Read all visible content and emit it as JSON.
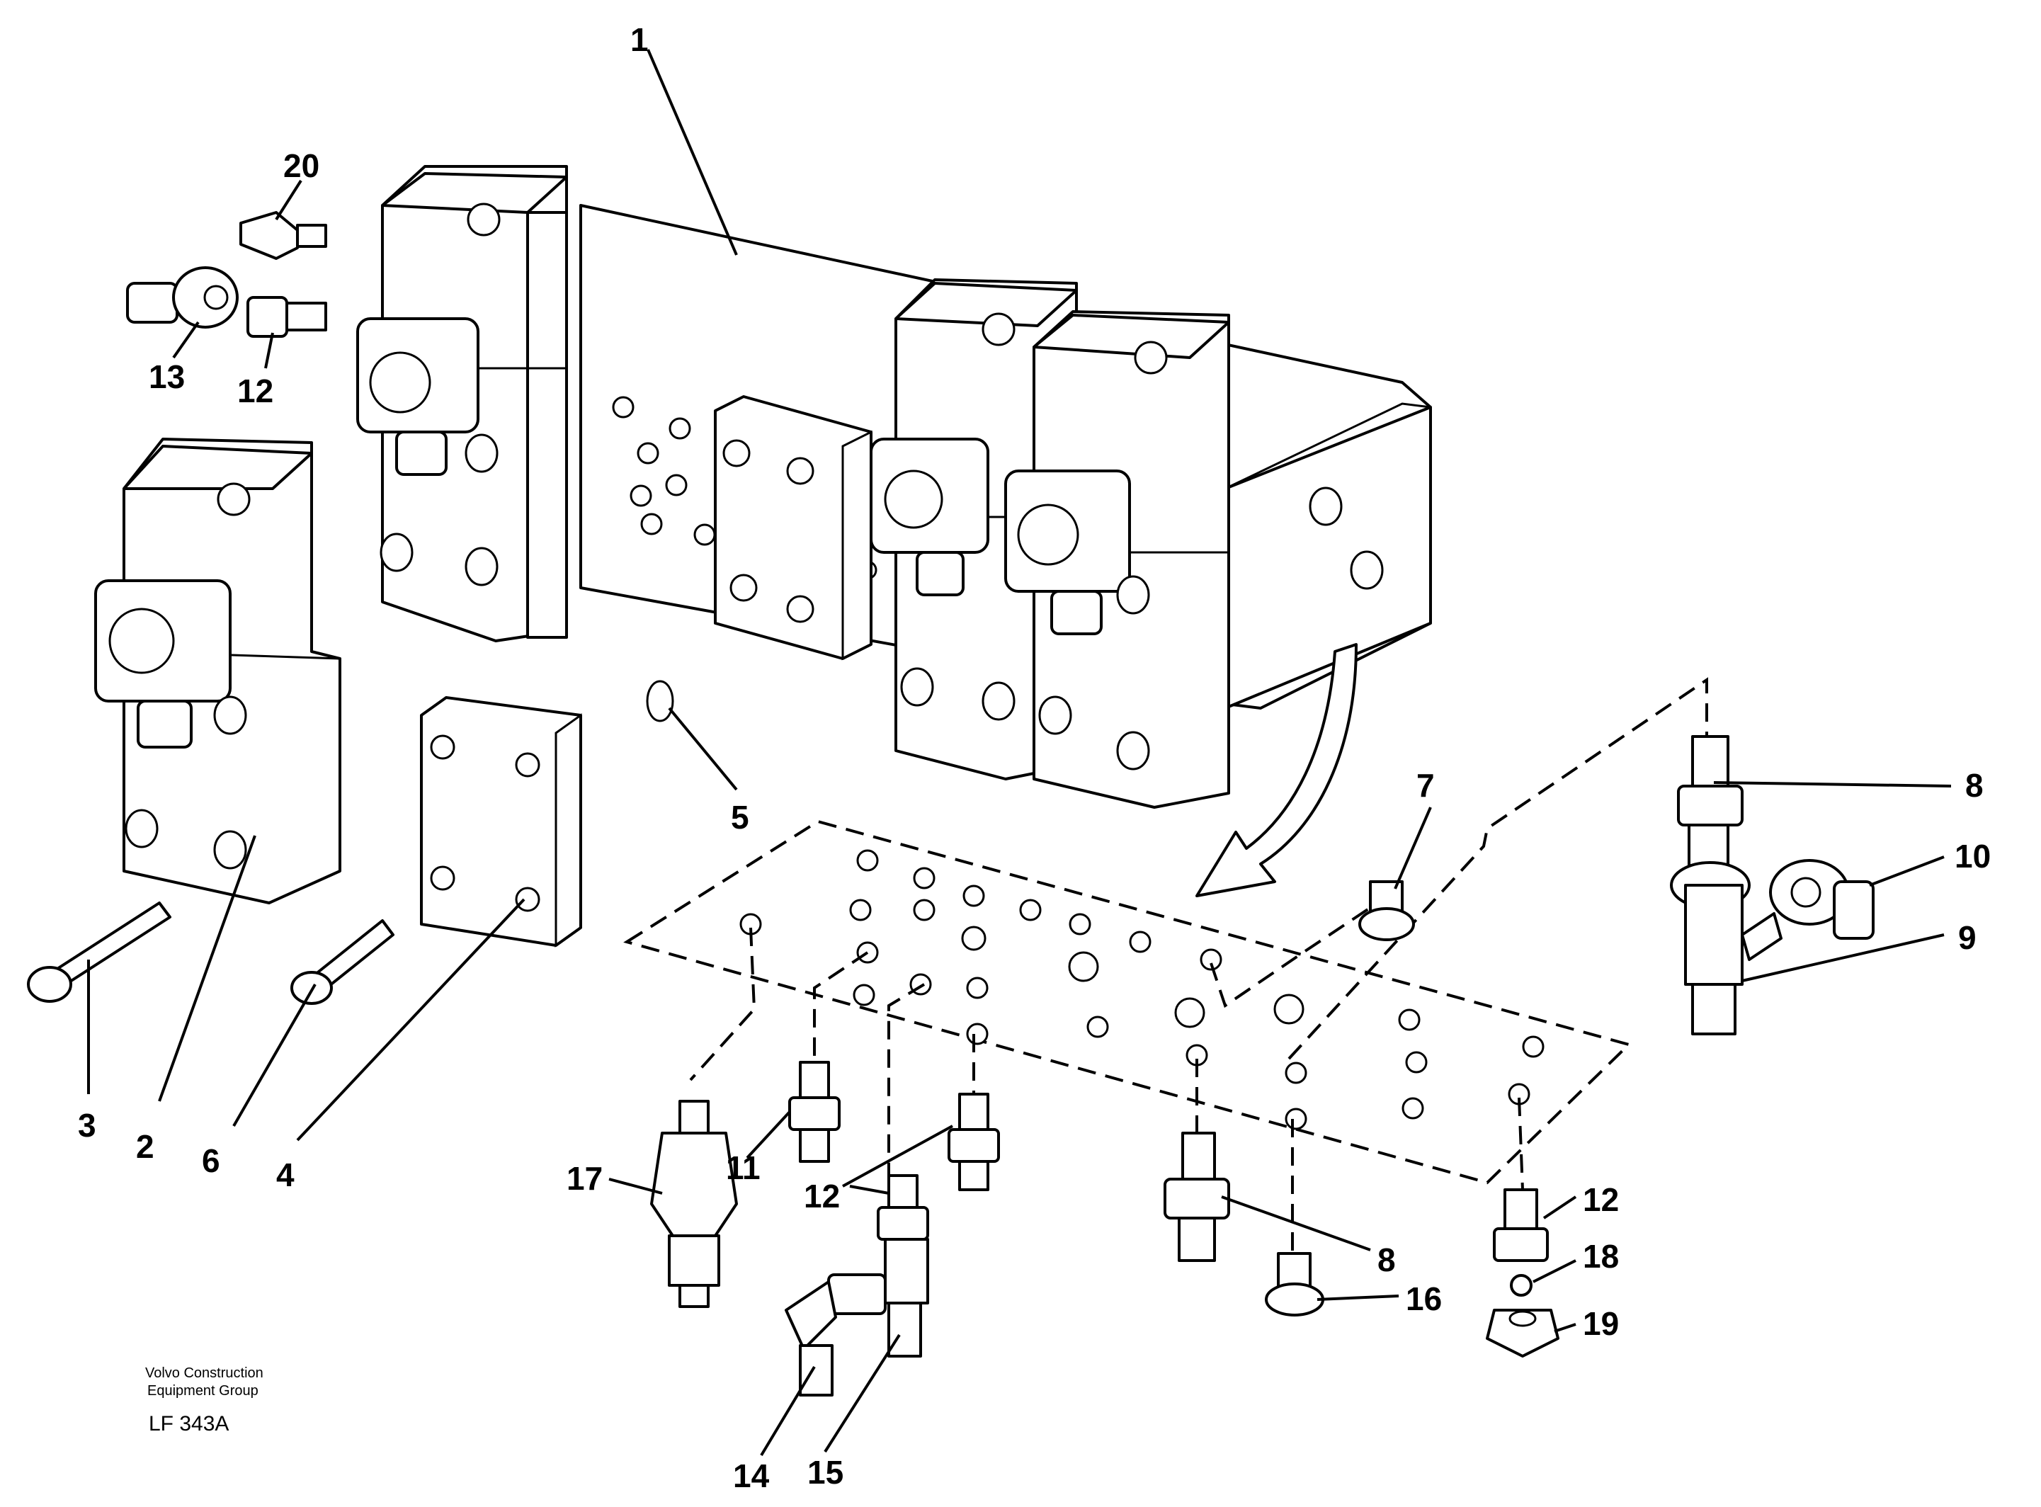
{
  "labels": {
    "l1": "1",
    "l2": "2",
    "l3": "3",
    "l4": "4",
    "l5": "5",
    "l6": "6",
    "l7": "7",
    "l8a": "8",
    "l8b": "8",
    "l9": "9",
    "l10": "10",
    "l11": "11",
    "l12a": "12",
    "l12b": "12",
    "l12c": "12",
    "l13": "13",
    "l14": "14",
    "l15": "15",
    "l16": "16",
    "l17": "17",
    "l18": "18",
    "l19": "19",
    "l20": "20"
  },
  "footer": {
    "company_line1": "Volvo Construction",
    "company_line2": "Equipment Group",
    "code": "LF 343A"
  }
}
